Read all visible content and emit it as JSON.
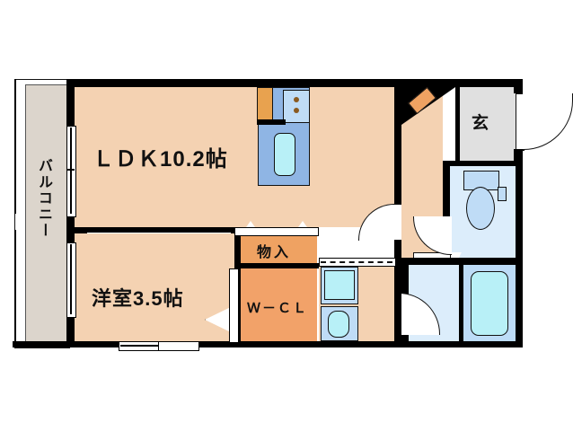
{
  "plan": {
    "type": "apartment-floor-plan",
    "layout_code": "1LDK",
    "rooms": [
      {
        "id": "ldk",
        "label": "ＬＤＫ10.2帖",
        "kind": "living-dining-kitchen",
        "size_jo": 10.2,
        "fill": "#F4D2B2"
      },
      {
        "id": "bedroom",
        "label": "洋室3.5帖",
        "kind": "western-room",
        "size_jo": 3.5,
        "fill": "#F4D2B2"
      },
      {
        "id": "closet",
        "label": "Ｗ－ＣＬ",
        "kind": "walk-in-closet",
        "fill": "#F2A269"
      },
      {
        "id": "storage",
        "label": "物入",
        "kind": "storage",
        "fill": "#F2A269"
      },
      {
        "id": "entrance",
        "label": "玄",
        "kind": "genkan",
        "fill": "#E0E0E0"
      },
      {
        "id": "balcony",
        "label": "バルコニー",
        "kind": "balcony",
        "fill": "#DCD5CC"
      }
    ],
    "fixtures": [
      {
        "id": "kitchen-counter",
        "name": "kitchen-counter",
        "fill": "#8FB5E4"
      },
      {
        "id": "kitchen-sink",
        "name": "sink",
        "fill": "#B8F0F7"
      },
      {
        "id": "stove",
        "name": "gas-stove",
        "burners": 2,
        "fill": "#BFDCF6"
      },
      {
        "id": "refrigerator",
        "name": "refrigerator-space",
        "fill": "#E8A24F"
      },
      {
        "id": "toilet",
        "name": "toilet",
        "fill": "#BFDCF6"
      },
      {
        "id": "bathtub",
        "name": "bathtub",
        "fill": "#B8F0F7"
      },
      {
        "id": "washing-machine",
        "name": "washing-machine-space",
        "fill": "#B8F0F7"
      },
      {
        "id": "wash-basin",
        "name": "wash-basin",
        "fill": "#B8F0F7"
      },
      {
        "id": "shoe-cabinet",
        "name": "shoe-cabinet",
        "fill": "#EFA262"
      }
    ],
    "colors": {
      "wall": "#000000",
      "floor": "#F4D2B2",
      "closet": "#F2A269",
      "entrance": "#E0E0E0",
      "balcony": "#DCD5CC",
      "kitchen": "#8FB5E4",
      "wet_area": "#DCEDFB",
      "water": "#B8F0F7",
      "background": "#FFFFFF"
    }
  },
  "labels": {
    "ldk": "ＬＤＫ10.2帖",
    "bedroom": "洋室3.5帖",
    "storage": "物入",
    "closet": "Ｗ－ＣＬ",
    "entrance": "玄",
    "balcony": "バルコニー"
  }
}
